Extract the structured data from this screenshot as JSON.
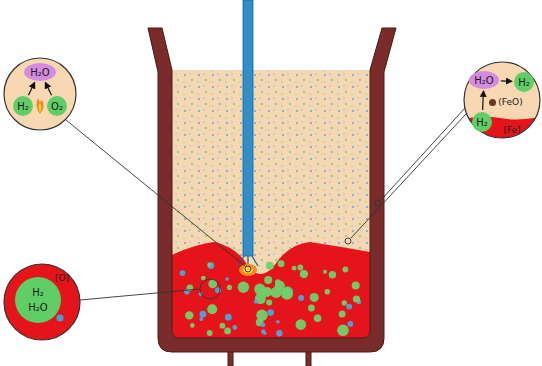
{
  "diagram": {
    "nodes": [
      {
        "text": [
          "H₂O"
        ]
      },
      {
        "text": [
          "H₂"
        ]
      },
      {
        "text": [
          "O₂"
        ]
      },
      {
        "text": [
          "H₂O"
        ]
      },
      {
        "text": [
          "H₂"
        ]
      },
      {
        "text": [
          "H₂"
        ]
      },
      {
        "text": [
          "(FeO)"
        ]
      },
      {
        "text": [
          "H₂",
          "H₂O"
        ]
      }
    ],
    "edges": [
      {
        "from": 1,
        "to": 0,
        "arrow": "to"
      },
      {
        "from": 2,
        "to": 0,
        "arrow": "to"
      },
      {
        "from": 5,
        "to": 3,
        "arrow": "to"
      },
      {
        "from": 3,
        "to": 4,
        "arrow": "to"
      }
    ],
    "labels": [
      "[Fe]",
      "[O]"
    ]
  }
}
